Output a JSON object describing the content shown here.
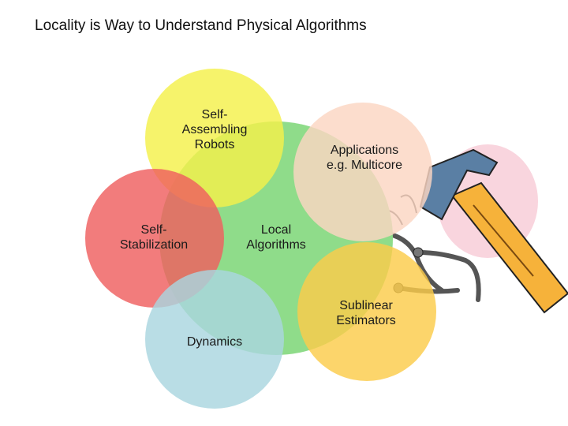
{
  "title": "Locality is Way to Understand Physical Algorithms",
  "center": {
    "label": "Local\nAlgorithms",
    "color": "#8fdc8a"
  },
  "petals": [
    {
      "key": "assembling",
      "label": "Self-\nAssembling\nRobots",
      "color": "#f4f04a"
    },
    {
      "key": "applications",
      "label": "Applications\ne.g. Multicore",
      "color": "#fbd6c2"
    },
    {
      "key": "stabilization",
      "label": "Self-\nStabilization",
      "color": "#ef5f5f"
    },
    {
      "key": "dynamics",
      "label": "Dynamics",
      "color": "#a9d6df"
    },
    {
      "key": "sublinear",
      "label": "Sublinear\nEstimators",
      "color": "#fbcc4a"
    }
  ],
  "clipart": {
    "icon": "hammer-and-nails-icon"
  }
}
